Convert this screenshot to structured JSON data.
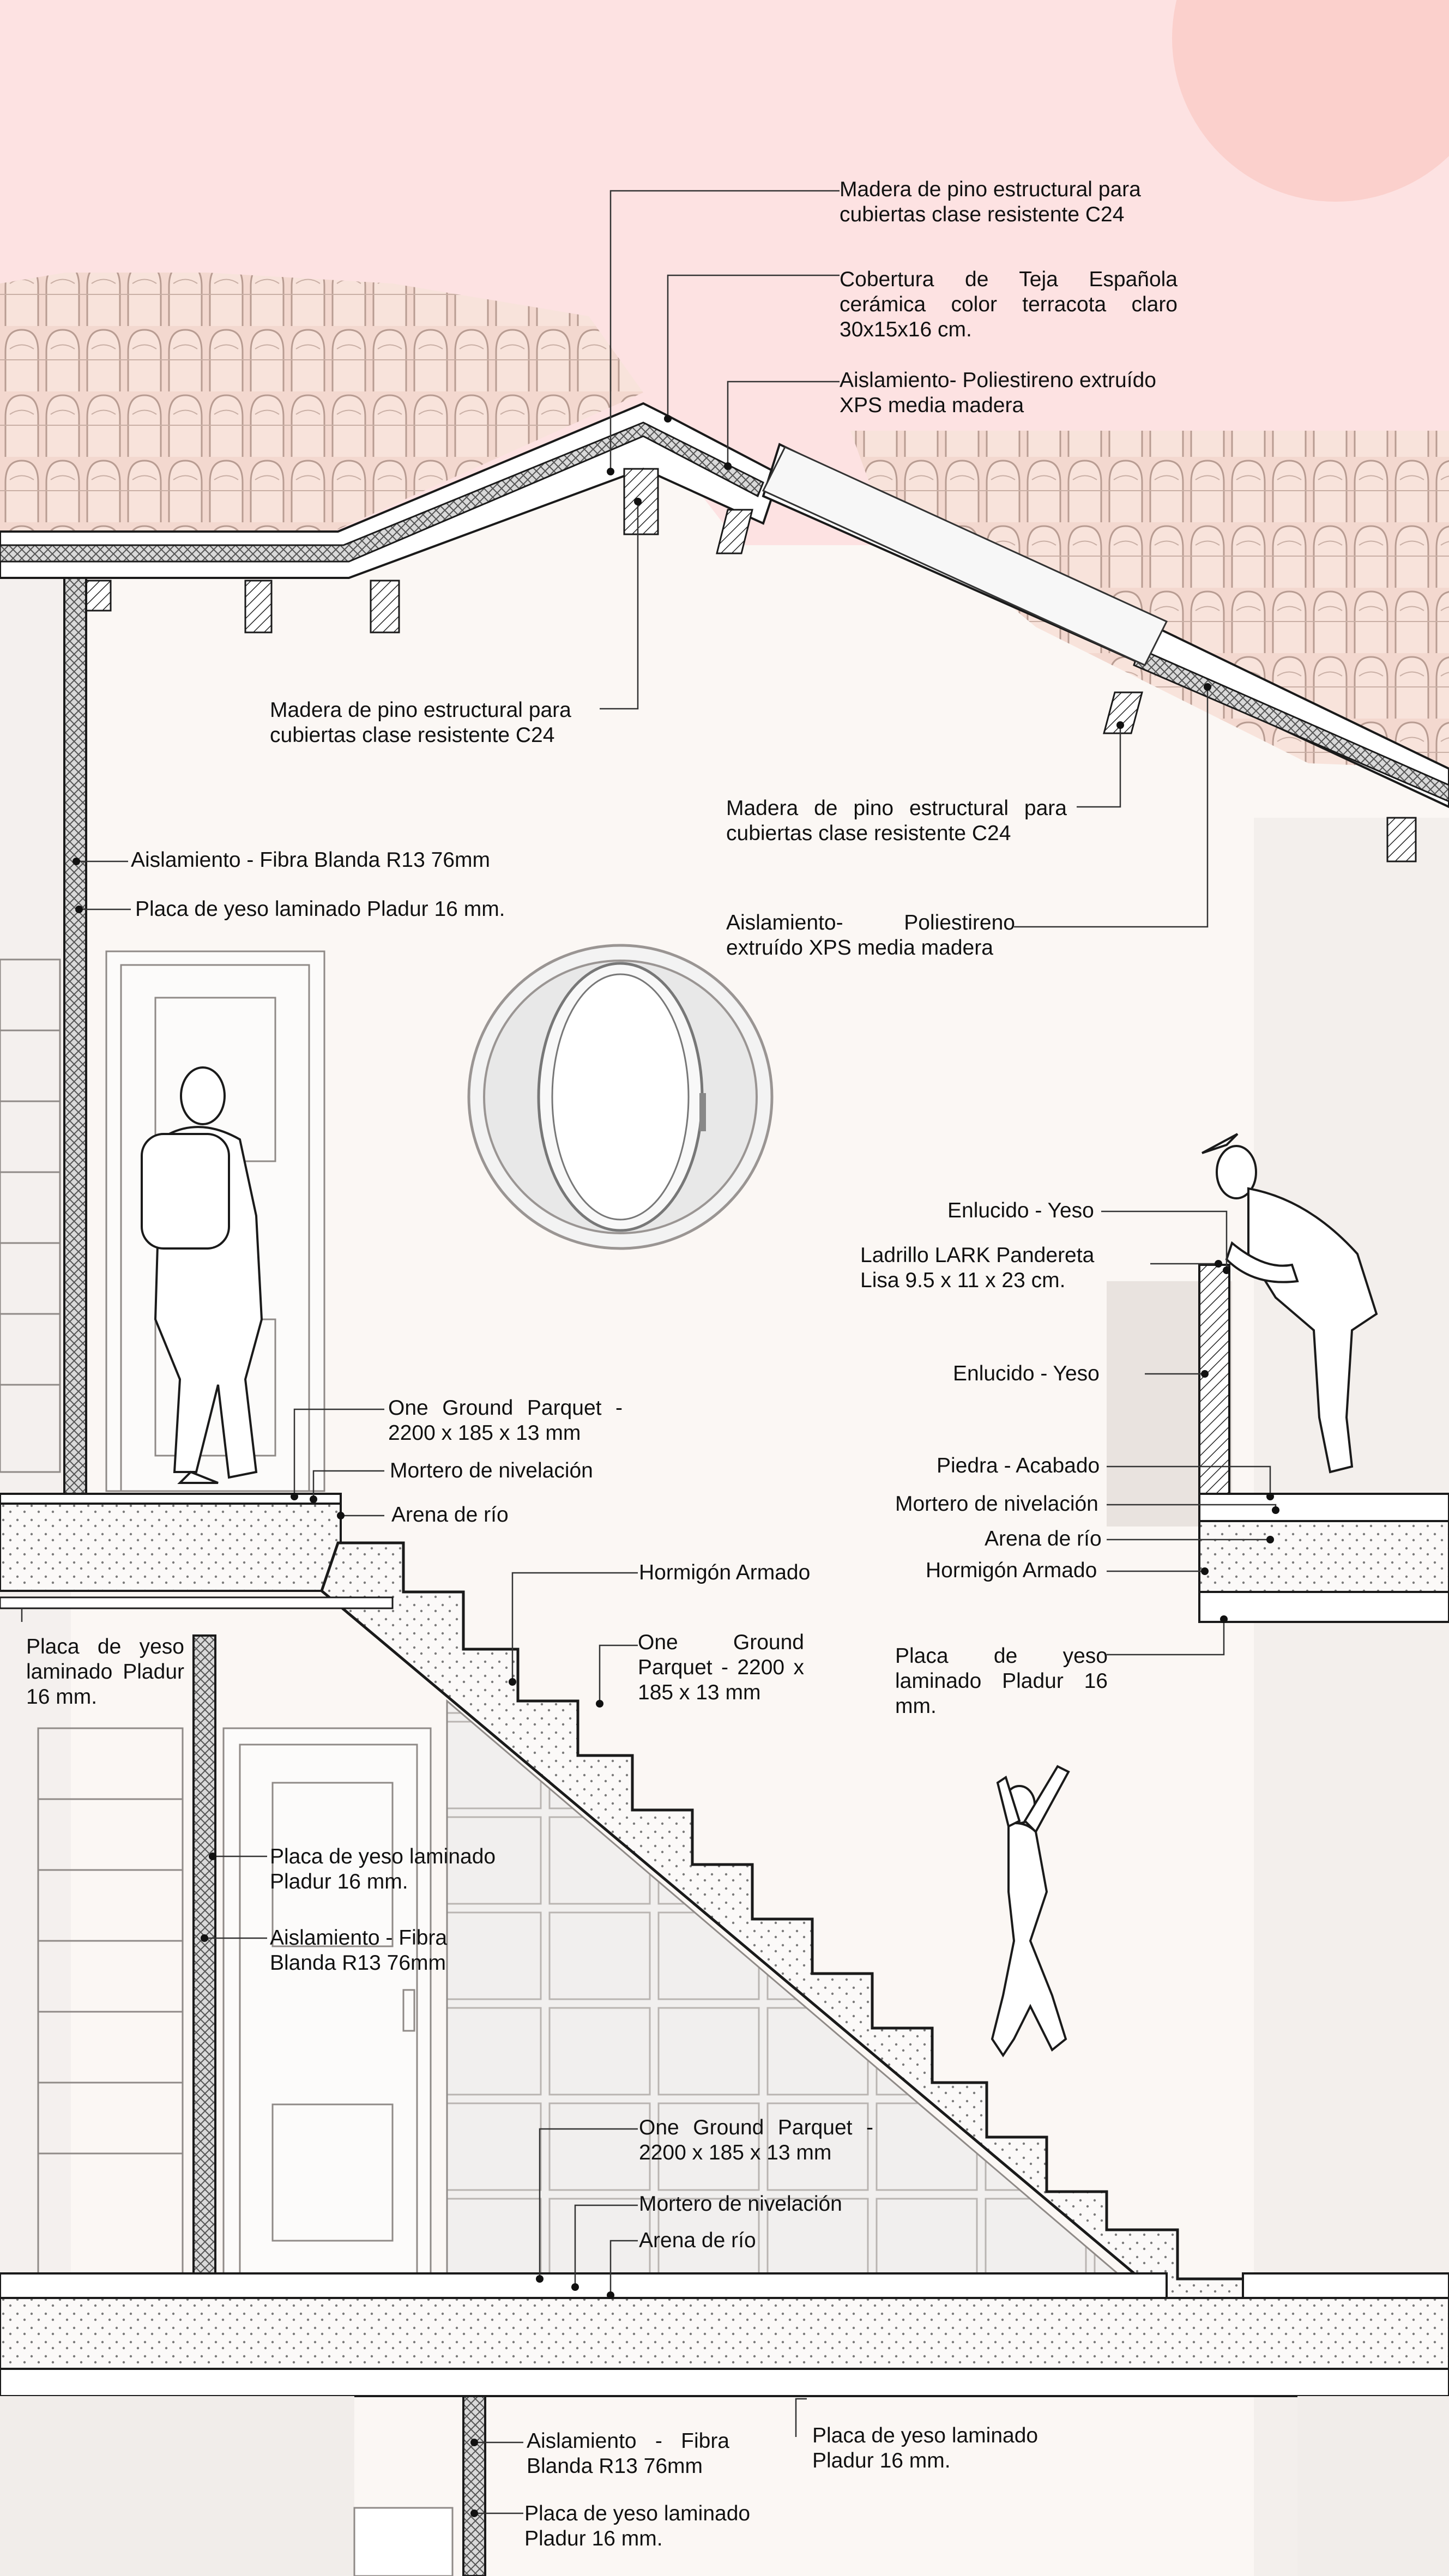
{
  "colors": {
    "sky": "#fde2e2",
    "sun": "#fbd0cc",
    "wall": "#fbf7f4",
    "tile": "#f3d8cf",
    "tile_line": "#b89c92",
    "line": "#1a1a1a",
    "shadow": "#e9e3df"
  },
  "labels": {
    "roof_wood_top": "Madera de pino estructural para\ncubiertas clase resistente C24",
    "roof_tile": "Cobertura de Teja Española cerámica color terracota claro 30x15x16 cm.",
    "roof_xps_top": "Aislamiento- Poliestireno extruído XPS media madera",
    "roof_wood_left": "Madera de pino estructural para\ncubiertas clase resistente C24",
    "roof_wood_right": "Madera de pino estructural para cubiertas clase resistente C24",
    "wall_insulation_left": "Aislamiento - Fibra Blanda R13 76mm",
    "wall_plaster_left": "Placa de yeso laminado Pladur 16 mm.",
    "roof_xps_right": "Aislamiento- Poliestireno extruído XPS media madera",
    "enlucido_1": "Enlucido - Yeso",
    "brick": "Ladrillo LARK Pandereta\nLisa 9.5 x 11 x 23 cm.",
    "enlucido_2": "Enlucido - Yeso",
    "parquet_upper": "One Ground Parquet - 2200 x 185 x 13 mm",
    "mortero_upper": "Mortero de nivelación",
    "arena_upper": "Arena de río",
    "piedra": "Piedra - Acabado",
    "mortero_right": "Mortero de nivelación",
    "arena_right": "Arena de río",
    "hormigon_right": "Hormigón Armado",
    "hormigon_stair": "Hormigón Armado",
    "placa_left_mid": "Placa de yeso laminado Pladur 16 mm.",
    "parquet_stair": "One Ground Parquet - 2200 x 185 x 13 mm",
    "placa_right_mid": "Placa de yeso laminado Pladur 16 mm.",
    "placa_closet": "Placa de yeso laminado\nPladur 16 mm.",
    "aislamiento_closet": "Aislamiento - Fibra\nBlanda R13 76mm",
    "parquet_lower": "One Ground Parquet - 2200 x 185 x 13 mm",
    "mortero_lower": "Mortero de nivelación",
    "arena_lower": "Arena de río",
    "aislamiento_bottom": "Aislamiento - Fibra Blanda R13 76mm",
    "placa_bottom_right": "Placa de yeso laminado\nPladur 16 mm.",
    "placa_bottom": "Placa de yeso laminado\nPladur 16 mm."
  }
}
